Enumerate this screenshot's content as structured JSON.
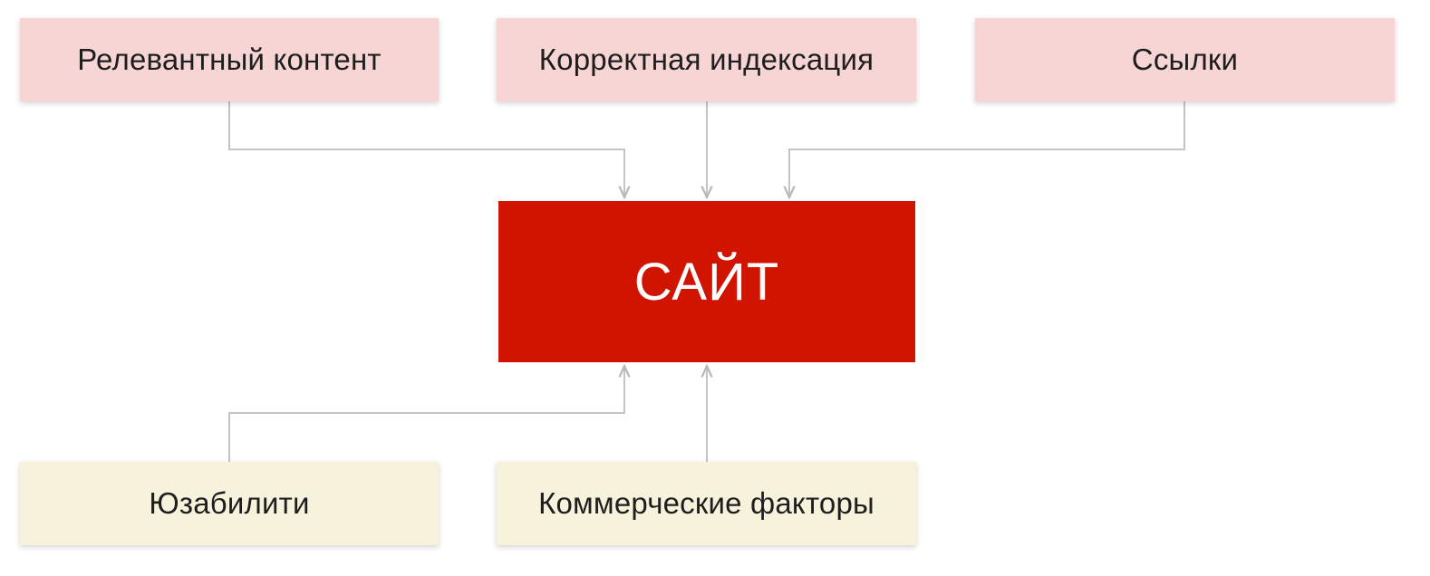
{
  "diagram": {
    "nodes": {
      "relevant_content": {
        "label": "Релевантный контент",
        "color": "#f8d5d5"
      },
      "correct_indexing": {
        "label": "Корректная индексация",
        "color": "#f8d5d5"
      },
      "links": {
        "label": "Ссылки",
        "color": "#f8d5d5"
      },
      "site": {
        "label": "САЙТ",
        "color": "#d01400"
      },
      "usability": {
        "label": "Юзабилити",
        "color": "#f6f2dc"
      },
      "commercial_factors": {
        "label": "Коммерческие факторы",
        "color": "#f6f2dc"
      }
    },
    "edges": [
      {
        "from": "relevant_content",
        "to": "site"
      },
      {
        "from": "correct_indexing",
        "to": "site"
      },
      {
        "from": "links",
        "to": "site"
      },
      {
        "from": "usability",
        "to": "site"
      },
      {
        "from": "commercial_factors",
        "to": "site"
      }
    ],
    "connector_color": "#c4c4c4"
  }
}
